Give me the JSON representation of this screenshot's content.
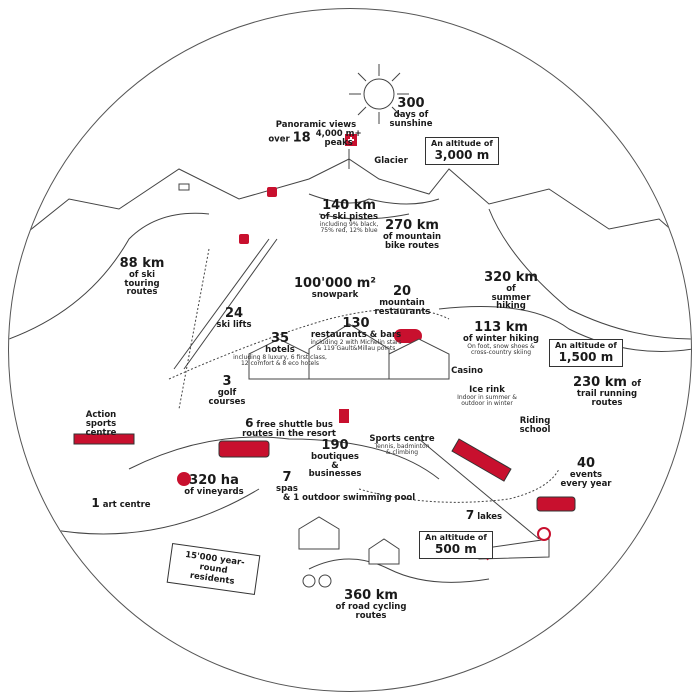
{
  "colors": {
    "accent": "#c8102e",
    "ink": "#1a1a1a"
  },
  "labels": {
    "sunshine": {
      "value": "300",
      "text": "days of sunshine"
    },
    "panoramic": {
      "line1": "Panoramic views",
      "over": "over",
      "number": "18",
      "peaks": "4,000 m+ peaks"
    },
    "glacier": "Glacier",
    "altitude_3000": {
      "caption": "An altitude of",
      "value": "3,000 m"
    },
    "ski_pistes": {
      "value": "140 km",
      "text": "of ski pistes",
      "detail1": "including 9% black,",
      "detail2": "75% red, 12% blue"
    },
    "bike": {
      "value": "270 km",
      "text": "of mountain bike routes"
    },
    "ski_touring": {
      "value": "88 km",
      "text": "of ski touring routes"
    },
    "snowpark": {
      "value": "100'000 m²",
      "text": "snowpark"
    },
    "mountain_restaurants": {
      "value": "20",
      "text": "mountain restaurants"
    },
    "summer_hiking": {
      "value": "320 km",
      "text": "of summer hiking"
    },
    "ski_lifts": {
      "value": "24",
      "text": "ski lifts"
    },
    "restaurants": {
      "value": "130",
      "text": "restaurants & bars",
      "detail1": "including 2 with Michelin stars",
      "detail2": "& 119 Gault&Millau points"
    },
    "hotels": {
      "value": "35",
      "text": "hotels",
      "detail1": "including 8 luxury, 6 first class,",
      "detail2": "12 comfort & 8 eco hotels"
    },
    "winter_hiking": {
      "value": "113 km",
      "text": "of winter hiking",
      "detail1": "On foot, snow shoes &",
      "detail2": "cross-country skiing"
    },
    "altitude_1500": {
      "caption": "An altitude of",
      "value": "1,500 m"
    },
    "golf": {
      "value": "3",
      "text": "golf courses"
    },
    "casino": "Casino",
    "ice_rink": {
      "text": "Ice rink",
      "detail1": "Indoor in summer &",
      "detail2": "outdoor in winter"
    },
    "trail_running": {
      "value": "230 km",
      "of": "of",
      "text": "trail running routes"
    },
    "riding": "Riding school",
    "action_sports": "Action sports centre",
    "shuttle": {
      "value": "6",
      "text": "free shuttle bus",
      "text2": "routes in the resort"
    },
    "boutiques": {
      "value": "190",
      "text": "boutiques & businesses"
    },
    "sports_centre": {
      "text": "Sports centre",
      "detail1": "Tennis, badminton",
      "detail2": "& climbing"
    },
    "events": {
      "value": "40",
      "text": "events",
      "text2": "every year"
    },
    "vineyards": {
      "value": "320 ha",
      "text": "of vineyards"
    },
    "spas": {
      "value": "7",
      "text": "spas",
      "text2": "& 1 outdoor swimming pool"
    },
    "art_centre": {
      "value": "1",
      "text": "art centre"
    },
    "lakes": {
      "value": "7",
      "text": "lakes"
    },
    "altitude_500": {
      "caption": "An altitude of",
      "value": "500 m"
    },
    "residents": "15'000 year-round residents",
    "road_cycling": {
      "value": "360 km",
      "text": "of road cycling",
      "text2": "routes"
    }
  }
}
